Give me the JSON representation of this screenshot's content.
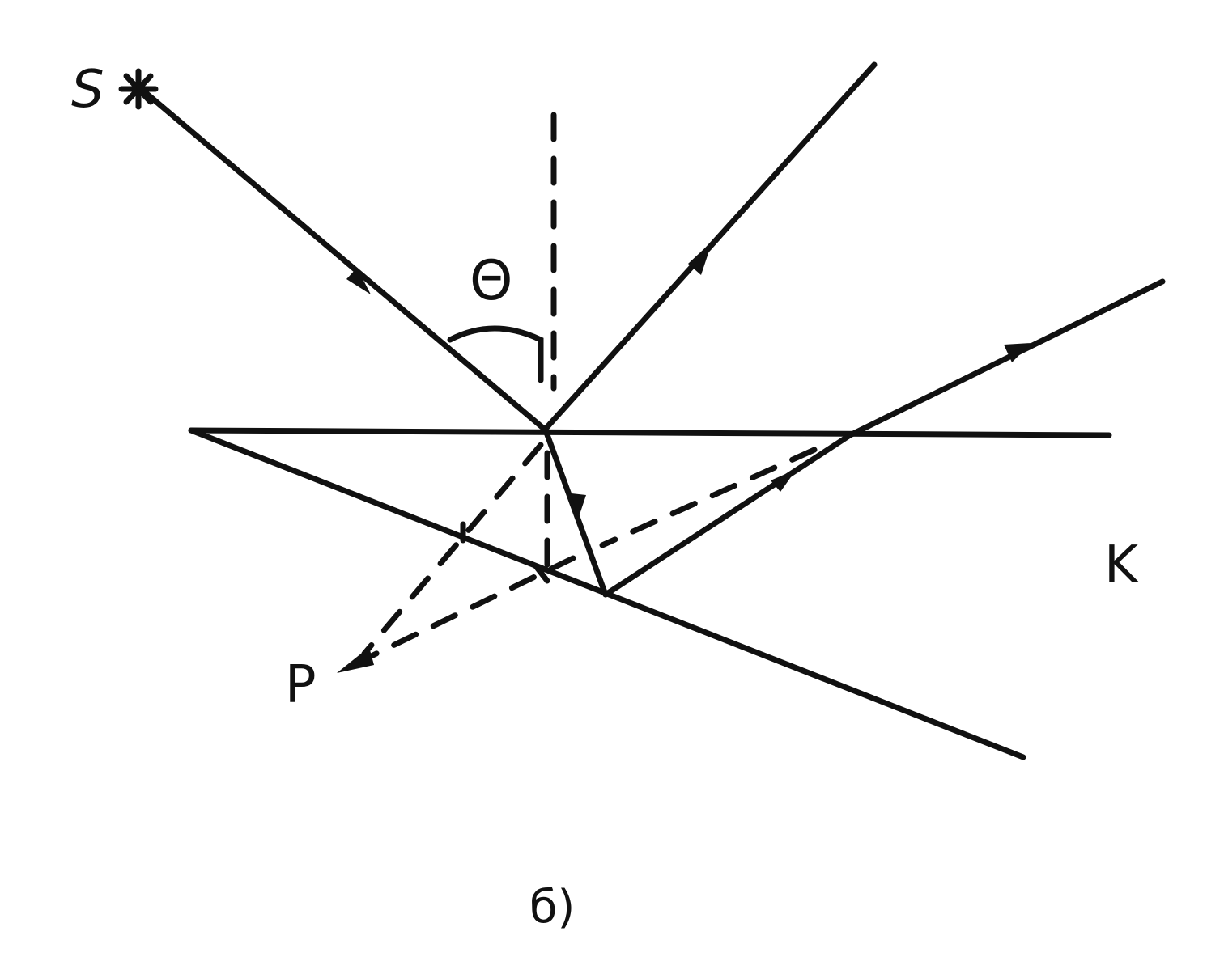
{
  "diagram": {
    "labels": {
      "source": "S",
      "angle": "Θ",
      "point_p": "P",
      "point_k": "K",
      "caption": "б)"
    },
    "colors": {
      "ink": "#111111",
      "background": "#ffffff"
    }
  }
}
